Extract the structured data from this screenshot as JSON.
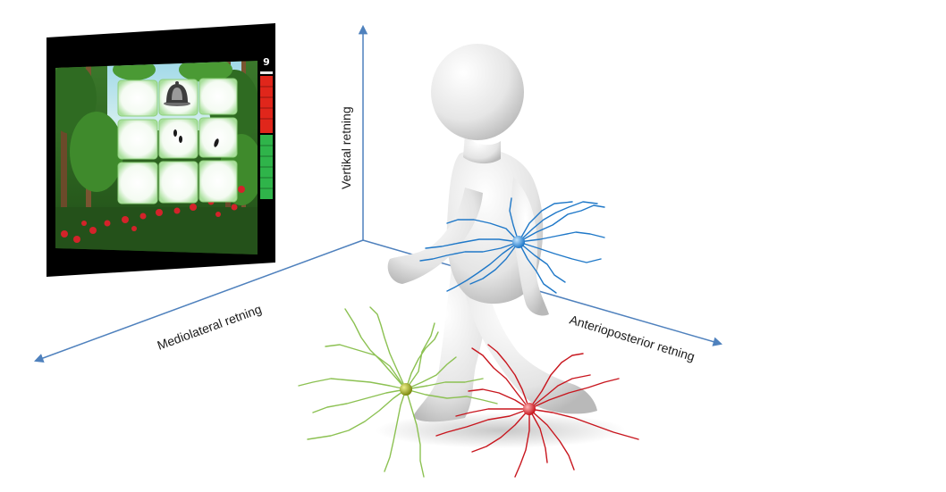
{
  "axes": {
    "vertical_label": "Vertikal retning",
    "mediolateral_label": "Mediolateral retning",
    "anterioposterior_label": "Anterioposterior retning",
    "axis_color": "#4f81bd"
  },
  "game_screen": {
    "score": "9",
    "score_bar_colors": {
      "upper": "#e0261b",
      "lower": "#2fb44a"
    },
    "grid_icons": [
      "bell-icon",
      "footprints-icon",
      "footprint-icon"
    ]
  },
  "neurons": {
    "blue": {
      "color": "#1f78c8",
      "body_color": "#2d8fe0"
    },
    "green": {
      "color": "#8cc152",
      "body_color": "#9aa718"
    },
    "red": {
      "color": "#c8161e",
      "body_color": "#e0323a"
    }
  },
  "figure": {
    "icon": "walking-person-icon"
  }
}
